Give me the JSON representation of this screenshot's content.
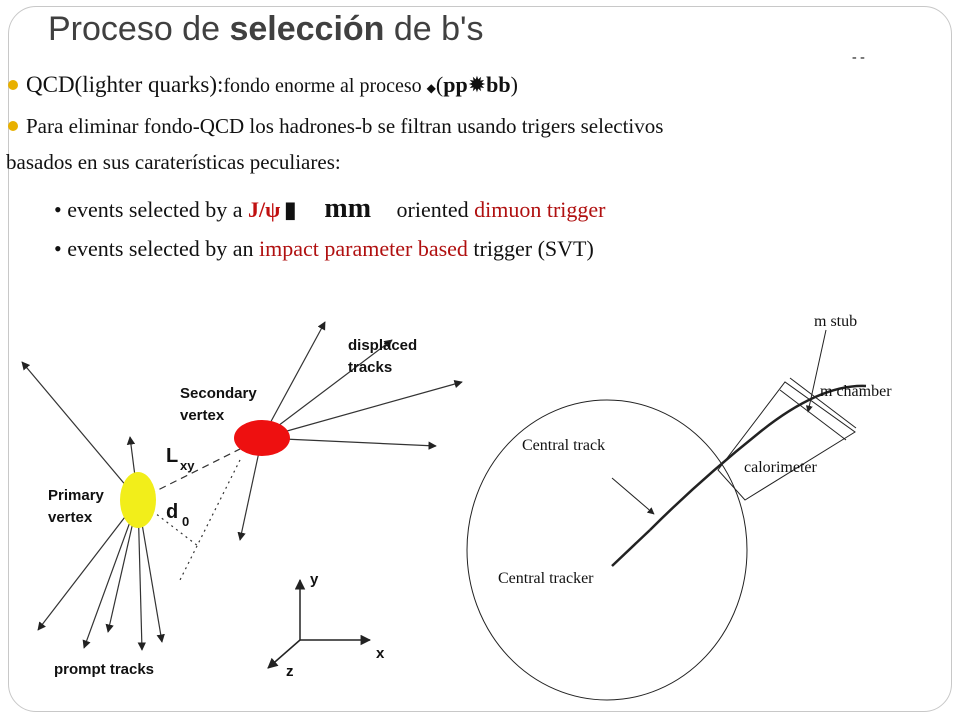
{
  "slide": {
    "title_prefix": "Proceso de ",
    "title_bold": "selección",
    "title_suffix": " de b's",
    "corner_marks": "-          -"
  },
  "bullets": {
    "b1_main": "QCD(lighter quarks):",
    "b1_small": "fondo enorme al proceso ",
    "b1_sym1": "(",
    "b1_pp": "pp",
    "b1_bb": "bb",
    "b1_close": ")",
    "b2_line1": "Para eliminar fondo-QCD los hadrones-b se filtran usando trigers selectivos",
    "b2_line2": "basados en sus caraterísticas peculiares:",
    "sub1_pre": "• events selected by a ",
    "sub1_sym": "J/ψ",
    "sub1_mm": "mm",
    "sub1_mid": " oriented ",
    "sub1_red": "dimuon trigger",
    "sub2_pre": "• events selected by an ",
    "sub2_red": "impact parameter based",
    "sub2_post": " trigger (SVT)"
  },
  "left_diagram": {
    "displaced_tracks": "displaced",
    "displaced_tracks2": "tracks",
    "secondary_vertex": "Secondary",
    "secondary_vertex2": "vertex",
    "lxy": "L",
    "lxy_sub": "xy",
    "primary_vertex": "Primary",
    "primary_vertex2": "vertex",
    "d0": "d",
    "d0_sub": "0",
    "prompt_tracks": "prompt tracks",
    "axis_y": "y",
    "axis_x": "x",
    "axis_z": "z",
    "colors": {
      "primary": "#f0ee00",
      "secondary": "#ee0000"
    }
  },
  "right_diagram": {
    "stub": "m stub",
    "chamber": "m chamber",
    "central_track": "Central track",
    "calorimeter": "calorimeter",
    "central_tracker": "Central tracker"
  }
}
